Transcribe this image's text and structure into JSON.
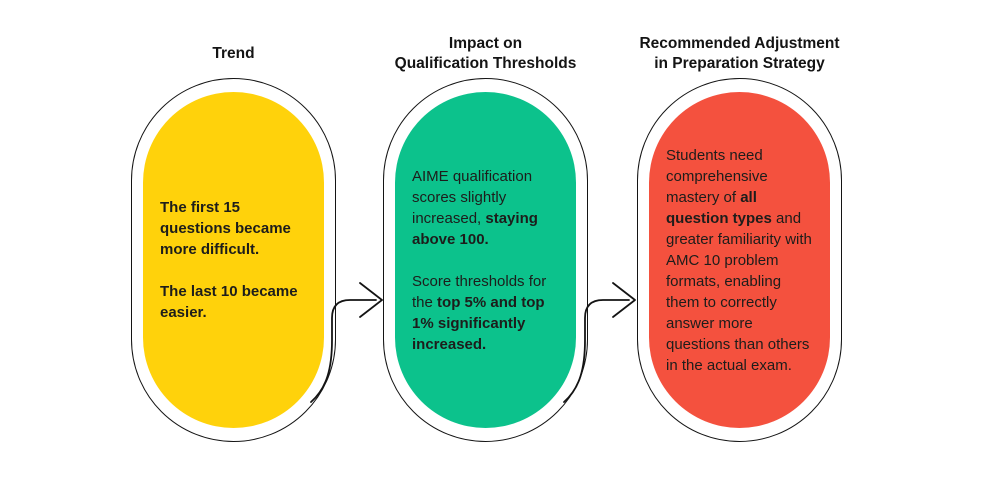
{
  "background": "#ffffff",
  "outline_color": "#141414",
  "text_color": "#1d1d1b",
  "arrow": {
    "color": "#141414"
  },
  "columns": [
    {
      "title_lines": [
        "Trend"
      ],
      "fill_color": "#ffd20b",
      "body": [
        [
          {
            "t": "The first 15 questions became more difficult.",
            "b": true
          }
        ],
        [
          {
            "t": "The last 10 became easier.",
            "b": true
          }
        ]
      ]
    },
    {
      "title_lines": [
        "Impact on",
        "Qualification Thresholds"
      ],
      "fill_color": "#0cc28c",
      "body": [
        [
          {
            "t": "AIME qualification scores slightly increased, ",
            "b": false
          },
          {
            "t": "staying above 100.",
            "b": true
          }
        ],
        [
          {
            "t": "Score thresholds for the ",
            "b": false
          },
          {
            "t": "top 5% and top 1% significantly increased.",
            "b": true
          }
        ]
      ]
    },
    {
      "title_lines": [
        "Recommended Adjustment",
        "in Preparation Strategy"
      ],
      "fill_color": "#f4513e",
      "body": [
        [
          {
            "t": "Students need comprehensive mastery of ",
            "b": false
          },
          {
            "t": "all question types",
            "b": true
          },
          {
            "t": " and greater familiarity with AMC 10 problem formats, enabling them to correctly answer more questions than others in the actual exam.",
            "b": false
          }
        ]
      ]
    }
  ]
}
